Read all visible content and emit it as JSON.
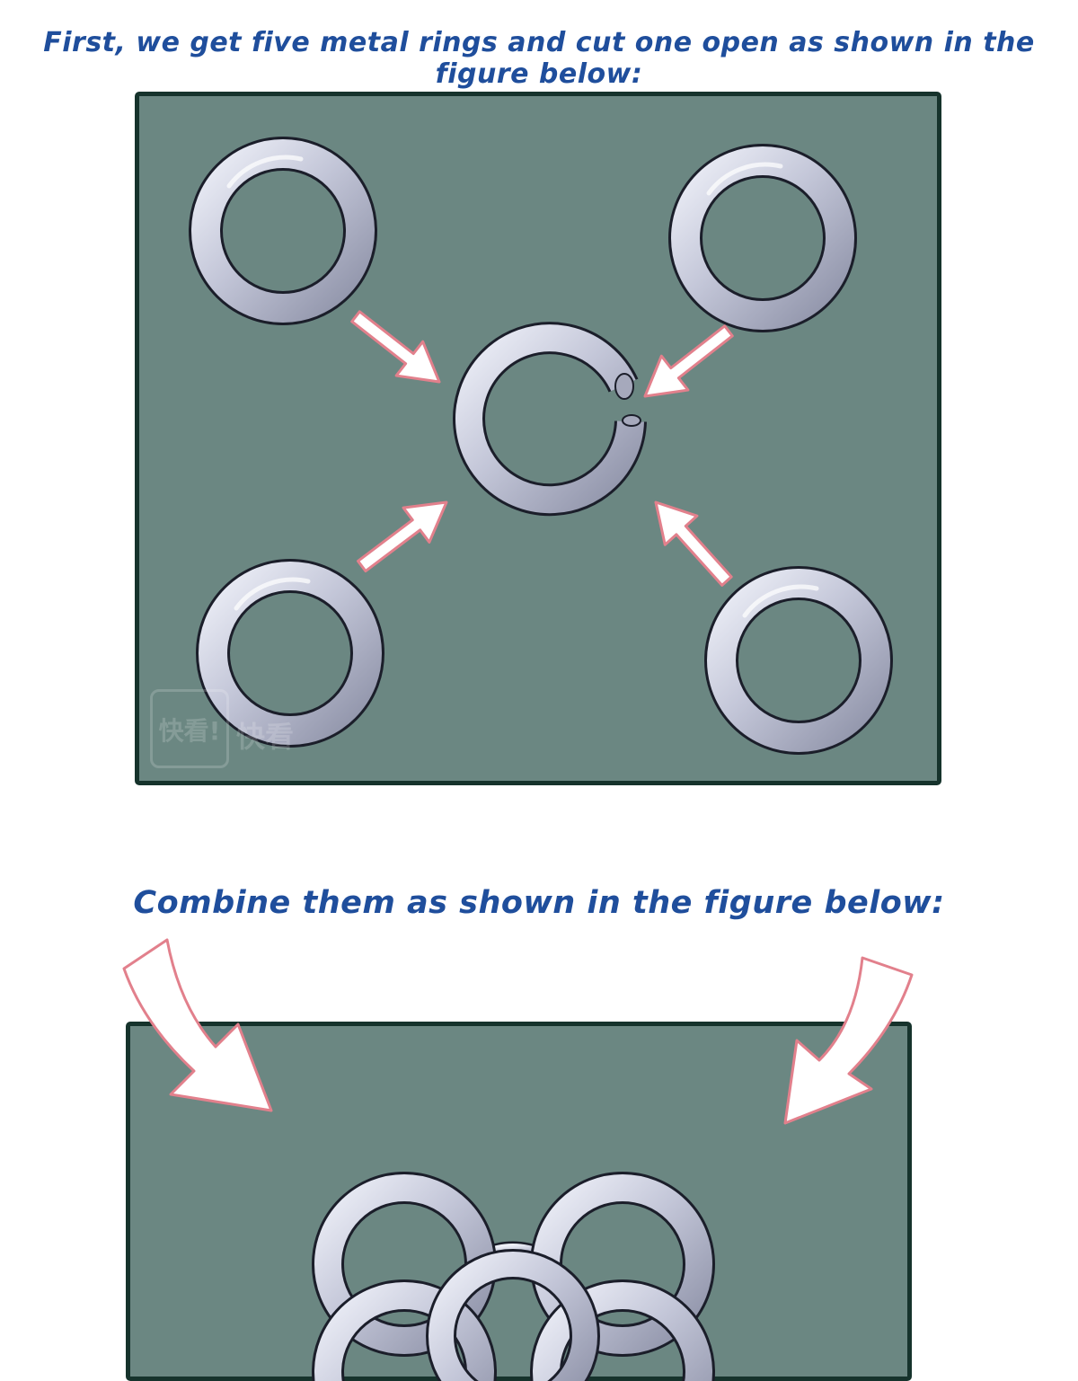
{
  "captions": {
    "first": "First, we get five metal rings and cut one open as shown in the figure below:",
    "second": "Combine them as shown in the figure below:"
  },
  "watermark": {
    "logo": "快看!",
    "text": "快看"
  },
  "colors": {
    "caption_text": "#1f4e9c",
    "panel_background": "#6b8782",
    "panel_border": "#16332c",
    "ring_metal": "#c3c6d8",
    "ring_outline": "#1b1e2a",
    "arrow_fill": "#ffffff",
    "arrow_outline": "#e2808c"
  },
  "icons": {
    "closed_ring": "closed-metal-ring-icon",
    "open_ring": "open-metal-ring-icon",
    "arrow": "pointing-arrow-icon"
  }
}
